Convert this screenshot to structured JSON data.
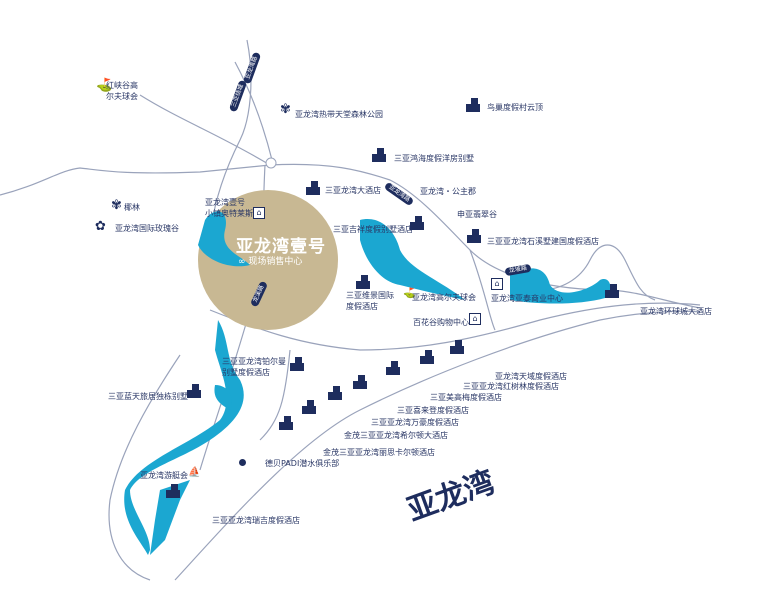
{
  "colors": {
    "navy": "#1e2d5e",
    "water": "#1ba7d1",
    "circle": "#c8b893",
    "road": "#9aa3bb"
  },
  "project": {
    "name": "亚龙湾壹号",
    "sub": "现场销售中心",
    "icon": "infinity-logo-icon"
  },
  "bay": "亚龙湾",
  "roads": [
    "亚龙湾路",
    "三亚绕城",
    "龙溪路",
    "亚龙湾路",
    "龙坡路"
  ],
  "places": {
    "p1": "红峡谷高",
    "p1b": "尔夫球会",
    "p2": "亚龙湾热带天堂森林公园",
    "p3": "鸟巢度假村云顶",
    "p4": "三亚鸿海度假洋房别墅",
    "p5": "三亚龙湾大酒店",
    "p6": "亚龙湾・公主郡",
    "p7": "申亚翡翠谷",
    "p8": "三亚吉祥度假别墅酒店",
    "p9": "三亚亚龙湾石溪墅建国度假酒店",
    "p10": "椰林",
    "p11": "亚龙湾国际玫瑰谷",
    "p12": "亚龙湾壹号",
    "p12b": "小镇奥特莱斯",
    "p13": "三亚维景国际",
    "p13b": "度假酒店",
    "p14": "亚龙湾高尔夫球会",
    "p15": "百花谷购物中心",
    "p16": "亚龙湾亚泰商业中心",
    "p17": "亚龙湾环球城大酒店",
    "p18": "三亚亚龙湾铂尔曼",
    "p18b": "别墅度假酒店",
    "p19": "三亚蓝天旅居独栋别墅",
    "p20": "亚龙湾天域度假酒店",
    "p21": "三亚亚龙湾红树林度假酒店",
    "p22": "三亚美高梅度假酒店",
    "p23": "三亚喜来登度假酒店",
    "p24": "三亚亚龙湾万豪度假酒店",
    "p25": "金茂三亚亚龙湾希尔顿大酒店",
    "p26": "金茂三亚亚龙湾丽思卡尔顿酒店",
    "p27": "德贝PADI潜水俱乐部",
    "p28": "亚龙湾游艇会",
    "p29": "三亚亚龙湾瑞吉度假酒店"
  }
}
